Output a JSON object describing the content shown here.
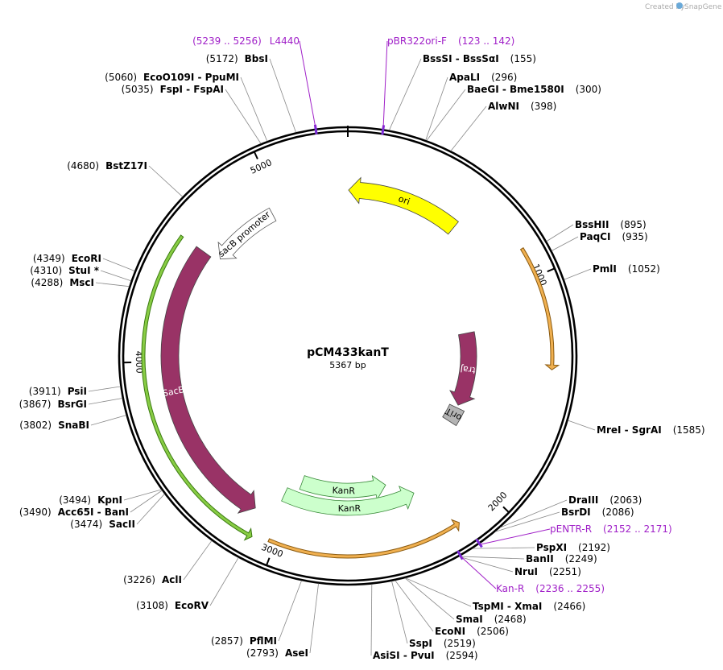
{
  "credit": "Created by",
  "credit_brand": "SnapGene",
  "plasmid": {
    "name": "pCM433kanT",
    "size_label": "5367 bp",
    "length": 5367
  },
  "ticks": [
    {
      "pos": 1000,
      "label": "1000"
    },
    {
      "pos": 2000,
      "label": "2000"
    },
    {
      "pos": 3000,
      "label": "3000"
    },
    {
      "pos": 4000,
      "label": "4000"
    },
    {
      "pos": 5000,
      "label": "5000"
    }
  ],
  "features": [
    {
      "name": "ori",
      "start": 4,
      "end": 589,
      "strand": -1,
      "color": "#ffff00",
      "label": "ori"
    },
    {
      "name": "traJ",
      "start": 1180,
      "end": 1700,
      "strand": 1,
      "color": "#993366",
      "label": "traJ"
    },
    {
      "name": "oriT",
      "start": 1720,
      "end": 1830,
      "strand": 0,
      "color": "#b4b4b4",
      "label": "oriT"
    },
    {
      "name": "KanR-1",
      "start": 2440,
      "end": 2980,
      "strand": -1,
      "color": "#ccffcc",
      "label": "KanR"
    },
    {
      "name": "KanR-2",
      "start": 2300,
      "end": 3050,
      "strand": -1,
      "color": "#ccffcc",
      "label": "KanR"
    },
    {
      "name": "SacB",
      "start": 3150,
      "end": 4560,
      "strand": -1,
      "color": "#993366",
      "label": "SacB"
    },
    {
      "name": "sacB promoter",
      "start": 4580,
      "end": 4950,
      "strand": -1,
      "color": "#ffffff",
      "label": "sacB promoter"
    }
  ],
  "outer_arcs": [
    {
      "name": "traj-outline",
      "start": 870,
      "end": 1400,
      "strand": 1,
      "color": "#f0b050"
    },
    {
      "name": "kan-outline",
      "start": 2180,
      "end": 3030,
      "strand": -1,
      "color": "#f0b050"
    },
    {
      "name": "sacb-outline",
      "start": 3100,
      "end": 4560,
      "strand": -1,
      "color": "#88cc44"
    }
  ],
  "sites": [
    {
      "name": "BssSI  -  BssSαI",
      "pos_label": "(155)",
      "pos": 155
    },
    {
      "name": "ApaLI",
      "pos_label": "(296)",
      "pos": 296
    },
    {
      "name": "BaeGI  -  Bme1580I",
      "pos_label": "(300)",
      "pos": 300
    },
    {
      "name": "AlwNI",
      "pos_label": "(398)",
      "pos": 398
    },
    {
      "name": "BssHII",
      "pos_label": "(895)",
      "pos": 895
    },
    {
      "name": "PaqCI",
      "pos_label": "(935)",
      "pos": 935
    },
    {
      "name": "PmlI",
      "pos_label": "(1052)",
      "pos": 1052
    },
    {
      "name": "MreI  -  SgrAI",
      "pos_label": "(1585)",
      "pos": 1585
    },
    {
      "name": "DraIII",
      "pos_label": "(2063)",
      "pos": 2063
    },
    {
      "name": "BsrDI",
      "pos_label": "(2086)",
      "pos": 2086
    },
    {
      "name": "PspXI",
      "pos_label": "(2192)",
      "pos": 2192
    },
    {
      "name": "BanII",
      "pos_label": "(2249)",
      "pos": 2249
    },
    {
      "name": "NruI",
      "pos_label": "(2251)",
      "pos": 2251
    },
    {
      "name": "TspMI  -  XmaI",
      "pos_label": "(2466)",
      "pos": 2466
    },
    {
      "name": "SmaI",
      "pos_label": "(2468)",
      "pos": 2468
    },
    {
      "name": "EcoNI",
      "pos_label": "(2506)",
      "pos": 2506
    },
    {
      "name": "SspI",
      "pos_label": "(2519)",
      "pos": 2519
    },
    {
      "name": "AsiSI  -  PvuI",
      "pos_label": "(2594)",
      "pos": 2594
    },
    {
      "name": "AseI",
      "pos_label": "(2793)",
      "pos": 2793
    },
    {
      "name": "PflMI",
      "pos_label": "(2857)",
      "pos": 2857
    },
    {
      "name": "EcoRV",
      "pos_label": "(3108)",
      "pos": 3108
    },
    {
      "name": "AclI",
      "pos_label": "(3226)",
      "pos": 3226
    },
    {
      "name": "SacII",
      "pos_label": "(3474)",
      "pos": 3474
    },
    {
      "name": "Acc65I  -  BanI",
      "pos_label": "(3490)",
      "pos": 3490
    },
    {
      "name": "KpnI",
      "pos_label": "(3494)",
      "pos": 3494
    },
    {
      "name": "SnaBI",
      "pos_label": "(3802)",
      "pos": 3802
    },
    {
      "name": "BsrGI",
      "pos_label": "(3867)",
      "pos": 3867
    },
    {
      "name": "PsiI",
      "pos_label": "(3911)",
      "pos": 3911
    },
    {
      "name": "MscI",
      "pos_label": "(4288)",
      "pos": 4288
    },
    {
      "name": "StuI *",
      "pos_label": "(4310)",
      "pos": 4310
    },
    {
      "name": "EcoRI",
      "pos_label": "(4349)",
      "pos": 4349
    },
    {
      "name": "BstZ17I",
      "pos_label": "(4680)",
      "pos": 4680
    },
    {
      "name": "FspI  -  FspAI",
      "pos_label": "(5035)",
      "pos": 5035
    },
    {
      "name": "EcoO109I  -  PpuMI",
      "pos_label": "(5060)",
      "pos": 5060
    },
    {
      "name": "BbsI",
      "pos_label": "(5172)",
      "pos": 5172
    }
  ],
  "primers": [
    {
      "name": "L4440",
      "range": "(5239 .. 5256)",
      "pos": 5247
    },
    {
      "name": "pBR322ori-F",
      "range": "(123 .. 142)",
      "pos": 132
    },
    {
      "name": "pENTR-R",
      "range": "(2152 .. 2171)",
      "pos": 2161
    },
    {
      "name": "Kan-R",
      "range": "(2236 .. 2255)",
      "pos": 2245
    }
  ]
}
